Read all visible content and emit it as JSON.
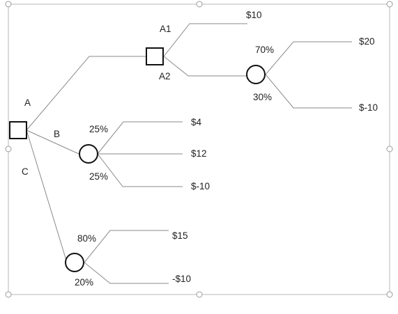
{
  "colors": {
    "branch": "#8a8a8a",
    "node": "#111111",
    "frame": "#b7b7b7",
    "text": "#222222"
  },
  "labels": {
    "A": "A",
    "B": "B",
    "C": "C",
    "A1": "A1",
    "A2": "A2",
    "A2_p_up": "70%",
    "A2_p_down": "30%",
    "B_p_up": "25%",
    "B_p_down": "25%",
    "C_p_up": "80%",
    "C_p_down": "20%"
  },
  "payoffs": {
    "A1": "$10",
    "A2_up": "$20",
    "A2_down": "$-10",
    "B1": "$4",
    "B2": "$12",
    "B3": "$-10",
    "C1": "$15",
    "C2": "-$10"
  }
}
